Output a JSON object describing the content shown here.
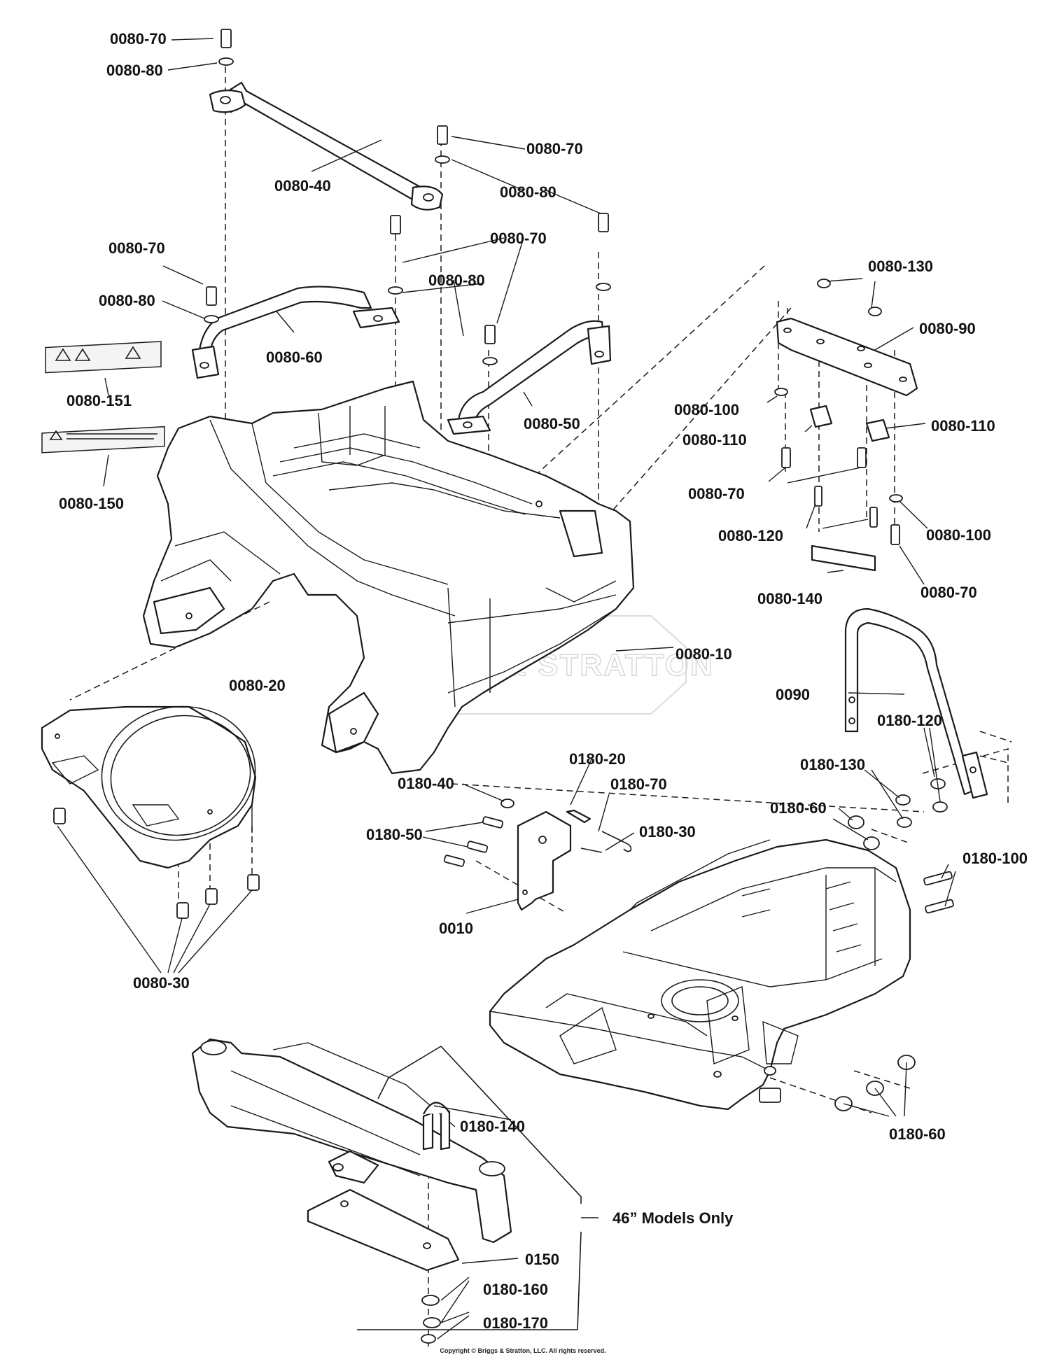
{
  "title": "",
  "watermark": "BRIGGS & STRATTON",
  "copyright": "Copyright © Briggs & Stratton, LLC. All rights reserved.",
  "bracket_note": "46” Models Only",
  "labels": [
    "0080-70",
    "0080-80",
    "0080-40",
    "0080-70",
    "0080-80",
    "0080-70",
    "0080-80",
    "0080-70",
    "0080-80",
    "0080-60",
    "0080-151",
    "0080-150",
    "0080-50",
    "0080-130",
    "0080-90",
    "0080-100",
    "0080-110",
    "0080-110",
    "0080-70",
    "0080-120",
    "0080-100",
    "0080-70",
    "0080-140",
    "0080-10",
    "0080-20",
    "0090",
    "0180-120",
    "0180-130",
    "0180-60",
    "0180-20",
    "0180-40",
    "0180-70",
    "0180-50",
    "0180-30",
    "0010",
    "0180-100",
    "0080-30",
    "0180-140",
    "0150",
    "0180-160",
    "0180-170",
    "0180-60"
  ]
}
